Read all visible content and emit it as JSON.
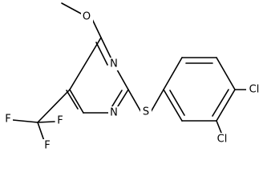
{
  "molecule": {
    "atoms": {
      "methoxy_oxygen": "O",
      "ring_n_upper": "N",
      "ring_n_lower": "N",
      "sulfur": "S",
      "chlorine_meta": "Cl",
      "chlorine_ortho": "Cl",
      "fluorine_left": "F",
      "fluorine_right": "F",
      "fluorine_bottom": "F"
    }
  }
}
